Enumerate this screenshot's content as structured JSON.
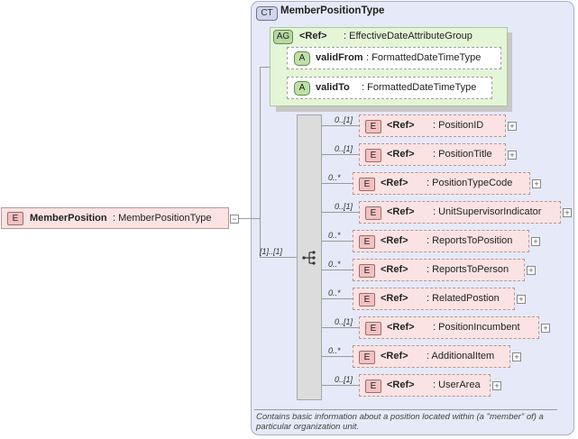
{
  "complex_type": {
    "badge": "CT",
    "name": "MemberPositionType"
  },
  "attribute_group": {
    "badge": "AG",
    "ref": "<Ref>",
    "type": ": EffectiveDateAttributeGroup"
  },
  "attributes": [
    {
      "badge": "A",
      "name": "validFrom",
      "type": ": FormattedDateTimeType"
    },
    {
      "badge": "A",
      "name": "validTo",
      "type": ": FormattedDateTimeType"
    }
  ],
  "root": {
    "badge": "E",
    "name": "MemberPosition",
    "type": ": MemberPositionType",
    "collapse": "−"
  },
  "sequence": {
    "multiplicity": "[1]..[1]"
  },
  "elements": [
    {
      "badge": "E",
      "ref": "<Ref>",
      "type": ": PositionID",
      "mult": "0..[1]",
      "plus": "+"
    },
    {
      "badge": "E",
      "ref": "<Ref>",
      "type": ": PositionTitle",
      "mult": "0..[1]",
      "plus": "+"
    },
    {
      "badge": "E",
      "ref": "<Ref>",
      "type": ": PositionTypeCode",
      "mult": "0..*",
      "plus": "+"
    },
    {
      "badge": "E",
      "ref": "<Ref>",
      "type": ": UnitSupervisorIndicator",
      "mult": "0..[1]",
      "plus": "+"
    },
    {
      "badge": "E",
      "ref": "<Ref>",
      "type": ": ReportsToPosition",
      "mult": "0..*",
      "plus": "+"
    },
    {
      "badge": "E",
      "ref": "<Ref>",
      "type": ": ReportsToPerson",
      "mult": "0..*",
      "plus": "+"
    },
    {
      "badge": "E",
      "ref": "<Ref>",
      "type": ": RelatedPostion",
      "mult": "0..*",
      "plus": "+"
    },
    {
      "badge": "E",
      "ref": "<Ref>",
      "type": ": PositionIncumbent",
      "mult": "0..[1]",
      "plus": "+"
    },
    {
      "badge": "E",
      "ref": "<Ref>",
      "type": ": AdditionalItem",
      "mult": "0..*",
      "plus": "+"
    },
    {
      "badge": "E",
      "ref": "<Ref>",
      "type": ": UserArea",
      "mult": "0..[1]",
      "plus": "+"
    }
  ],
  "note": "Contains basic information about a position located within (a \"member\" of) a particular organization unit."
}
